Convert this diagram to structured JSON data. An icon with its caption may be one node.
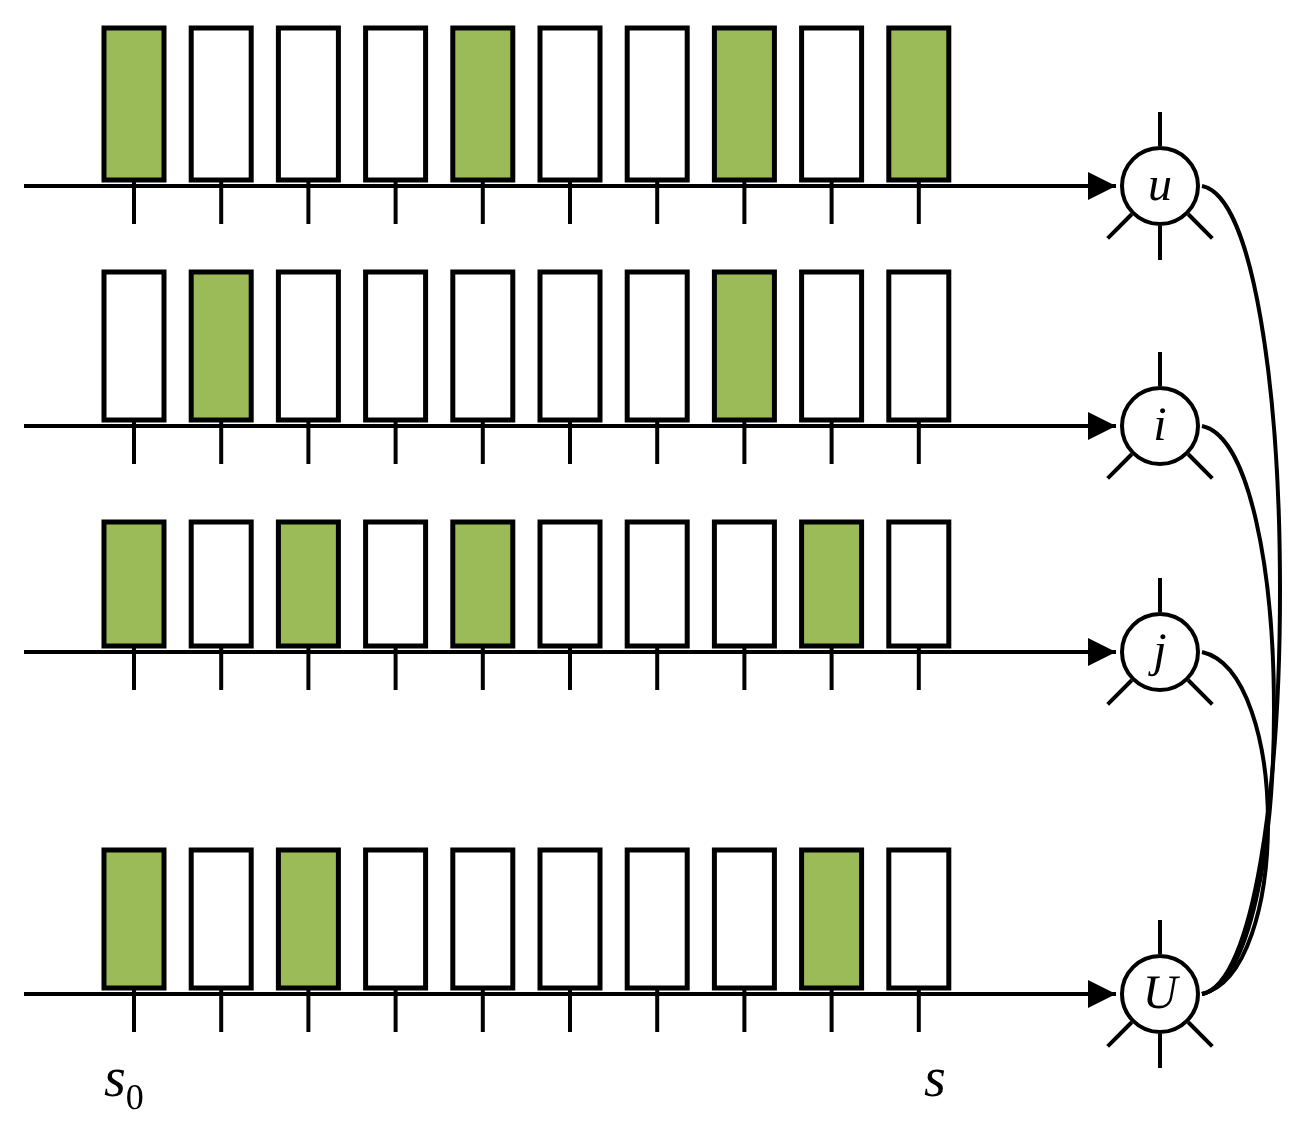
{
  "diagram": {
    "nodes": [
      {
        "text": [
          "u"
        ]
      },
      {
        "text": [
          "i"
        ]
      },
      {
        "text": [
          "j"
        ]
      },
      {
        "text": [
          "U"
        ]
      }
    ],
    "edges": [
      {
        "from": null,
        "to": 0,
        "arrow": "to"
      },
      {
        "from": null,
        "to": 1,
        "arrow": "to"
      },
      {
        "from": null,
        "to": 2,
        "arrow": "to"
      },
      {
        "from": null,
        "to": 3,
        "arrow": "to"
      },
      {
        "from": 0,
        "to": 3,
        "arrow": "none"
      },
      {
        "from": 1,
        "to": 3,
        "arrow": "none"
      },
      {
        "from": 2,
        "to": 3,
        "arrow": "none"
      }
    ],
    "labels": [
      "*s*$_{0}$",
      "*s*"
    ]
  }
}
